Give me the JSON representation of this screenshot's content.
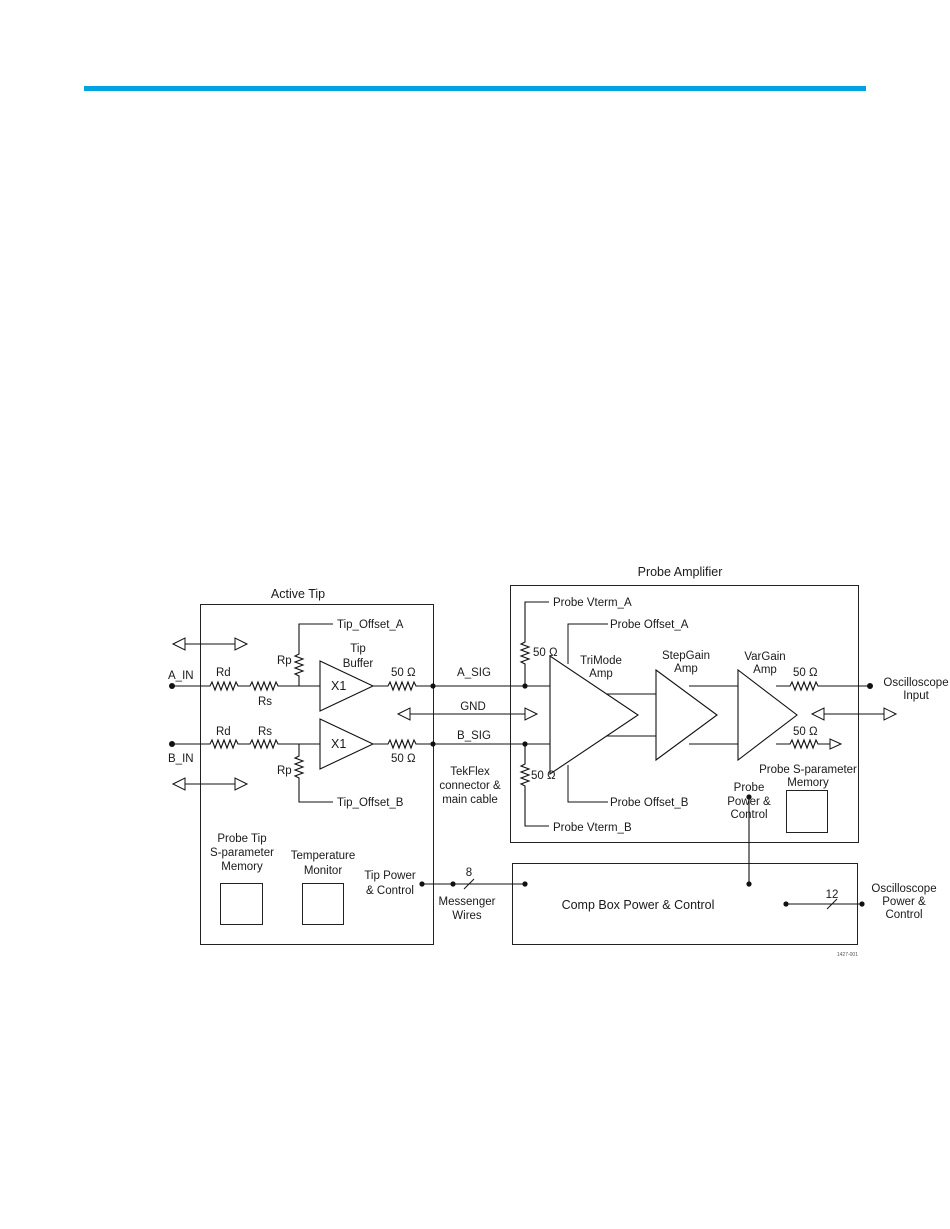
{
  "colors": {
    "accent_rule": "#00a3e0",
    "ink": "#111111"
  },
  "diagram": {
    "probe_amplifier_title": "Probe Amplifier",
    "active_tip_title": "Active Tip",
    "a_in": "A_IN",
    "b_in": "B_IN",
    "rd_a": "Rd",
    "rs_a": "Rs",
    "rd_b": "Rd",
    "rs_b": "Rs",
    "rp_a": "Rp",
    "rp_b": "Rp",
    "tip_offset_a": "Tip_Offset_A",
    "tip_offset_b": "Tip_Offset_B",
    "tip_buffer_line1": "Tip",
    "tip_buffer_line2": "Buffer",
    "x1_a": "X1",
    "x1_b": "X1",
    "r50_tip_a": "50 Ω",
    "r50_tip_b": "50 Ω",
    "a_sig": "A_SIG",
    "gnd": "GND",
    "b_sig": "B_SIG",
    "tekflex_line1": "TekFlex",
    "tekflex_line2": "connector &",
    "tekflex_line3": "main cable",
    "probe_vterm_a": "Probe Vterm_A",
    "probe_vterm_b": "Probe Vterm_B",
    "r50_vterm_a": "50 Ω",
    "r50_vterm_b": "50 Ω",
    "probe_offset_a": "Probe Offset_A",
    "probe_offset_b": "Probe Offset_B",
    "trimode_line1": "TriMode",
    "trimode_line2": "Amp",
    "stepgain_line1": "StepGain",
    "stepgain_line2": "Amp",
    "vargain_line1": "VarGain",
    "vargain_line2": "Amp",
    "r50_out_a": "50 Ω",
    "r50_out_b": "50 Ω",
    "osc_input_line1": "Oscilloscope",
    "osc_input_line2": "Input",
    "probe_sparam_line1": "Probe S-parameter",
    "probe_sparam_line2": "Memory",
    "probe_power_line1": "Probe",
    "probe_power_line2": "Power &",
    "probe_power_line3": "Control",
    "tip_sparam_line1": "Probe Tip",
    "tip_sparam_line2": "S-parameter",
    "tip_sparam_line3": "Memory",
    "temp_line1": "Temperature",
    "temp_line2": "Monitor",
    "tip_power_line1": "Tip Power",
    "tip_power_line2": "& Control",
    "messenger_count": "8",
    "messenger_line1": "Messenger",
    "messenger_line2": "Wires",
    "comp_box": "Comp Box Power & Control",
    "osc_bus_count": "12",
    "osc_power_line1": "Oscilloscope",
    "osc_power_line2": "Power &",
    "osc_power_line3": "Control",
    "figure_id": "1427-001"
  }
}
